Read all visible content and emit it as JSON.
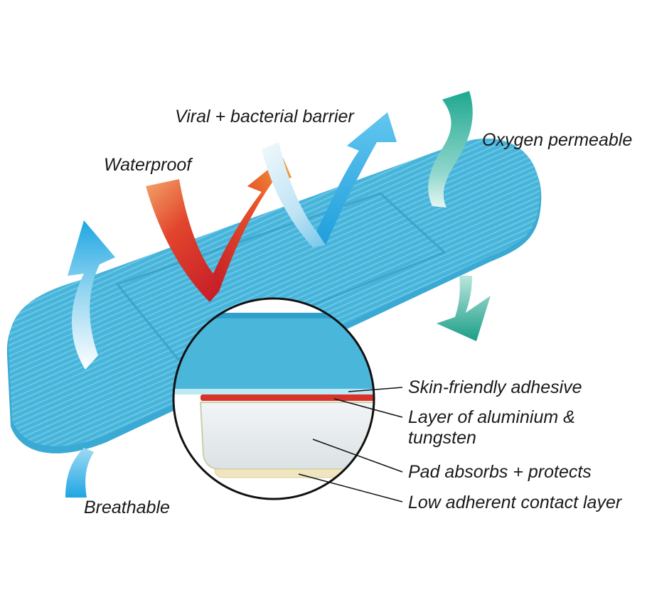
{
  "diagram": {
    "benefits": {
      "viral_barrier": "Viral + bacterial barrier",
      "waterproof": "Waterproof",
      "oxygen": "Oxygen permeable",
      "breathable": "Breathable"
    },
    "layers": {
      "adhesive": "Skin-friendly adhesive",
      "metal_layer_line1": "Layer of aluminium &",
      "metal_layer_line2": "tungsten",
      "pad": "Pad absorbs + protects",
      "contact": "Low adherent contact layer"
    },
    "colors": {
      "plaster": "#4cb8dc",
      "plaster_dark": "#2b95c0",
      "adhesive_red": "#d8322a",
      "pad": "#e6ecef",
      "contact": "#efe6bf",
      "arrow_blue": "#1ea6e2",
      "arrow_teal": "#1fa88f",
      "arrow_red": "#d7262f",
      "arrow_orange": "#f29a2b"
    }
  }
}
